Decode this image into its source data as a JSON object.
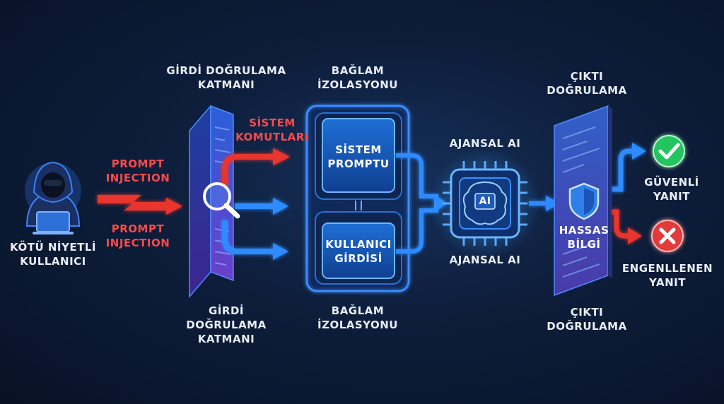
{
  "labels": {
    "malicious_user": [
      "KÖTÜ NİYETLİ",
      "KULLANICI"
    ],
    "prompt_injection_top": [
      "PROMPT",
      "INJECTION"
    ],
    "prompt_injection_bottom": [
      "PROMPT",
      "INJECTION"
    ],
    "input_validation_top": [
      "GİRDİ DOĞRULAMA",
      "KATMANI"
    ],
    "input_validation_bottom": [
      "GİRDİ",
      "DOĞRULAMA",
      "KATMANI"
    ],
    "system_commands": [
      "SİSTEM",
      "KOMUTLARI"
    ],
    "context_isolation_top": [
      "BAĞLAM",
      "İZOLASYONU"
    ],
    "context_isolation_bottom": [
      "BAĞLAM",
      "İZOLASYONU"
    ],
    "system_prompt": [
      "SİSTEM",
      "PROMPTU"
    ],
    "user_input": [
      "KULLANICI",
      "GİRDİSİ"
    ],
    "agentic_ai_top": "AJANSAL AI",
    "agentic_ai_bottom": "AJANSAL AI",
    "ai_chip": "AI",
    "output_validation_top": [
      "ÇIKTI",
      "DOĞRULAMA"
    ],
    "output_validation_bottom": [
      "ÇIKTI",
      "DOĞRULAMA"
    ],
    "sensitive_info": [
      "HASSAS",
      "BİLGİ"
    ],
    "safe_response": [
      "GÜVENLİ",
      "YANIT"
    ],
    "blocked_response": [
      "ENGENLLENEN",
      "YANIT"
    ]
  },
  "colors": {
    "accent_blue": "#2e8bff",
    "danger_red": "#e8342e",
    "success_green": "#22c55e",
    "wall_purple": "#6a4bd8"
  },
  "icons": [
    "hacker-icon",
    "magnifier-icon",
    "ai-brain-chip-icon",
    "shield-icon",
    "check-icon",
    "cross-icon"
  ]
}
